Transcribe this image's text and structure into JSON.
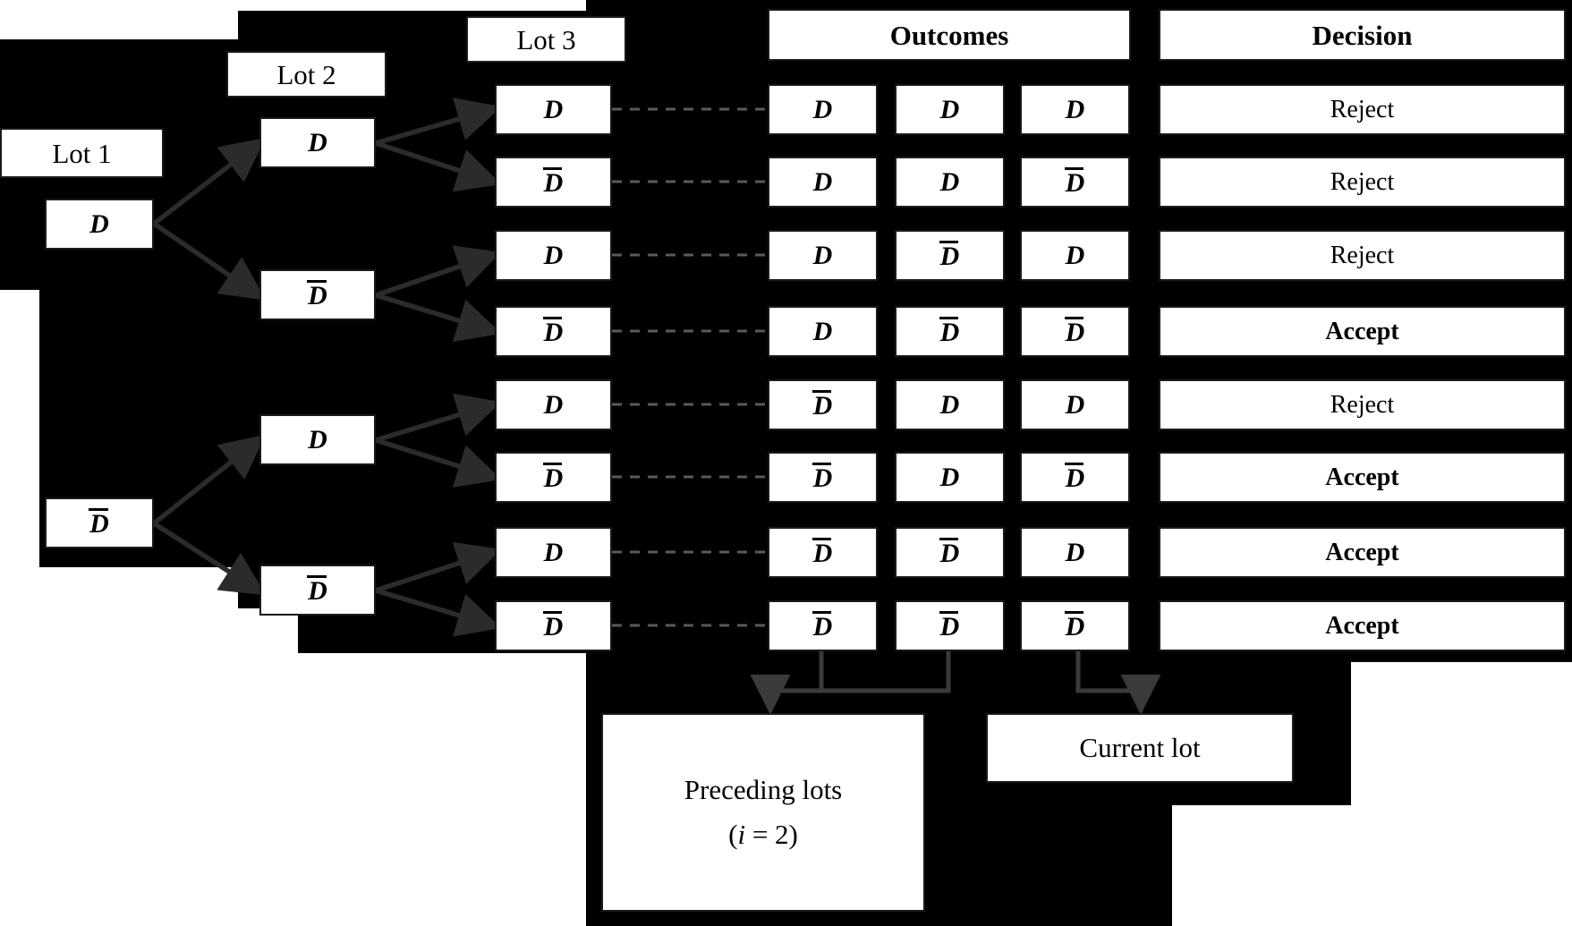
{
  "figure": {
    "title": "Sequential lot acceptance decision tree",
    "accent_color": "#000000",
    "background_color": "#000000",
    "box_fill": "#ffffff"
  },
  "headers": {
    "lot1": "Lot 1",
    "lot2": "Lot 2",
    "lot3": "Lot 3",
    "outcomes": "Outcomes",
    "decision": "Decision"
  },
  "tree": {
    "lot1_nodes": [
      {
        "label": "D",
        "bar": false
      },
      {
        "label": "D",
        "bar": true
      }
    ],
    "lot2_nodes": [
      {
        "label": "D",
        "bar": false
      },
      {
        "label": "D",
        "bar": true
      },
      {
        "label": "D",
        "bar": false
      },
      {
        "label": "D",
        "bar": true
      }
    ],
    "lot3_nodes": [
      {
        "label": "D",
        "bar": false
      },
      {
        "label": "D",
        "bar": true
      },
      {
        "label": "D",
        "bar": false
      },
      {
        "label": "D",
        "bar": true
      },
      {
        "label": "D",
        "bar": false
      },
      {
        "label": "D",
        "bar": true
      },
      {
        "label": "D",
        "bar": false
      },
      {
        "label": "D",
        "bar": true
      }
    ]
  },
  "table": {
    "column_headers": [
      "Outcomes",
      "Decision"
    ],
    "rows": [
      {
        "outcomes": [
          {
            "label": "D",
            "bar": false
          },
          {
            "label": "D",
            "bar": false
          },
          {
            "label": "D",
            "bar": false
          }
        ],
        "decision": "Reject",
        "bold": false
      },
      {
        "outcomes": [
          {
            "label": "D",
            "bar": false
          },
          {
            "label": "D",
            "bar": false
          },
          {
            "label": "D",
            "bar": true
          }
        ],
        "decision": "Reject",
        "bold": false
      },
      {
        "outcomes": [
          {
            "label": "D",
            "bar": false
          },
          {
            "label": "D",
            "bar": true
          },
          {
            "label": "D",
            "bar": false
          }
        ],
        "decision": "Reject",
        "bold": false
      },
      {
        "outcomes": [
          {
            "label": "D",
            "bar": false
          },
          {
            "label": "D",
            "bar": true
          },
          {
            "label": "D",
            "bar": true
          }
        ],
        "decision": "Accept",
        "bold": true
      },
      {
        "outcomes": [
          {
            "label": "D",
            "bar": true
          },
          {
            "label": "D",
            "bar": false
          },
          {
            "label": "D",
            "bar": false
          }
        ],
        "decision": "Reject",
        "bold": false
      },
      {
        "outcomes": [
          {
            "label": "D",
            "bar": true
          },
          {
            "label": "D",
            "bar": false
          },
          {
            "label": "D",
            "bar": true
          }
        ],
        "decision": "Accept",
        "bold": true
      },
      {
        "outcomes": [
          {
            "label": "D",
            "bar": true
          },
          {
            "label": "D",
            "bar": true
          },
          {
            "label": "D",
            "bar": false
          }
        ],
        "decision": "Accept",
        "bold": true
      },
      {
        "outcomes": [
          {
            "label": "D",
            "bar": true
          },
          {
            "label": "D",
            "bar": true
          },
          {
            "label": "D",
            "bar": true
          }
        ],
        "decision": "Accept",
        "bold": true
      }
    ]
  },
  "footnotes": {
    "preceding_lots_line1": "Preceding lots",
    "preceding_lots_line2_prefix": "(",
    "preceding_lots_line2_var": "i",
    "preceding_lots_line2_suffix": " =  2)",
    "current_lot": "Current lot"
  }
}
